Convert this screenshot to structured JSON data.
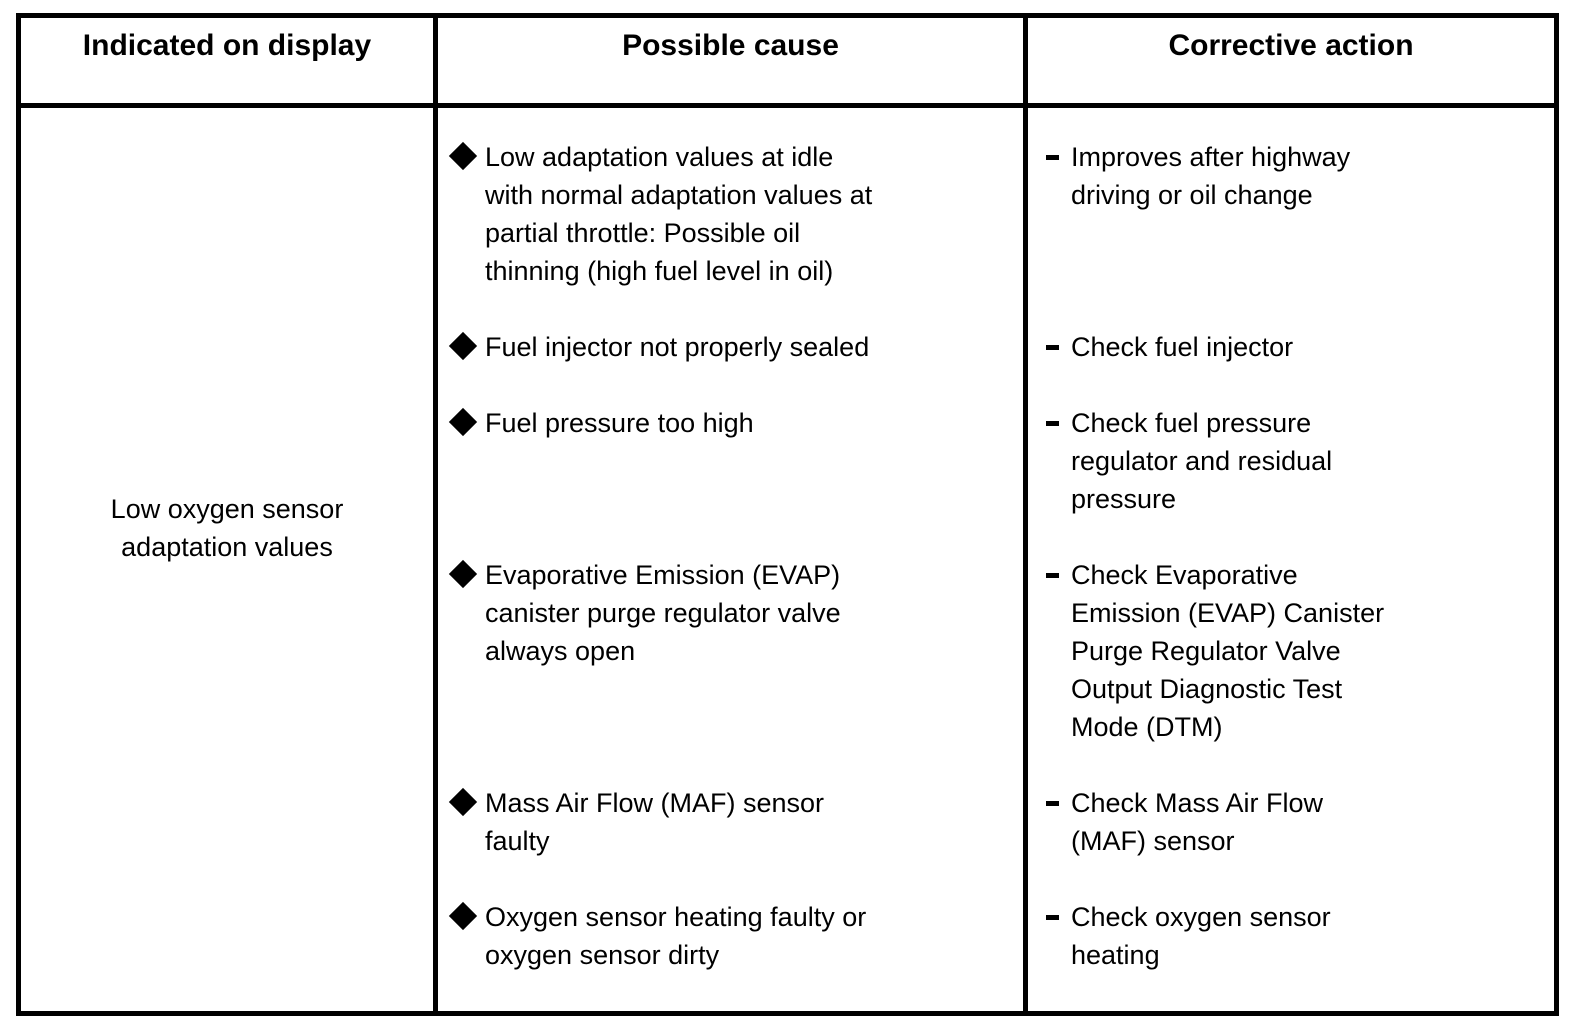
{
  "table": {
    "headers": {
      "indicated": "Indicated on display",
      "cause": "Possible cause",
      "action": "Corrective action"
    },
    "indicated_value": "Low oxygen sensor\nadaptation values",
    "rows": [
      {
        "cause": "Low adaptation values at idle\nwith normal adaptation values at\npartial throttle: Possible oil\nthinning (high fuel level in oil)",
        "action": "Improves after highway\ndriving or oil change"
      },
      {
        "cause": "Fuel injector not properly sealed",
        "action": "Check fuel injector"
      },
      {
        "cause": "Fuel pressure too high",
        "action": "Check fuel pressure\nregulator and residual\npressure"
      },
      {
        "cause": "Evaporative Emission (EVAP)\ncanister purge regulator valve\nalways open",
        "action": "Check Evaporative\nEmission (EVAP) Canister\nPurge Regulator Valve\nOutput Diagnostic Test\nMode (DTM)"
      },
      {
        "cause": "Mass Air Flow (MAF) sensor\nfaulty",
        "action": "Check Mass Air Flow\n(MAF) sensor"
      },
      {
        "cause": "Oxygen sensor heating faulty or\noxygen sensor dirty",
        "action": "Check oxygen sensor\nheating"
      }
    ],
    "colors": {
      "text": "#000000",
      "border": "#000000",
      "background": "#ffffff"
    }
  }
}
